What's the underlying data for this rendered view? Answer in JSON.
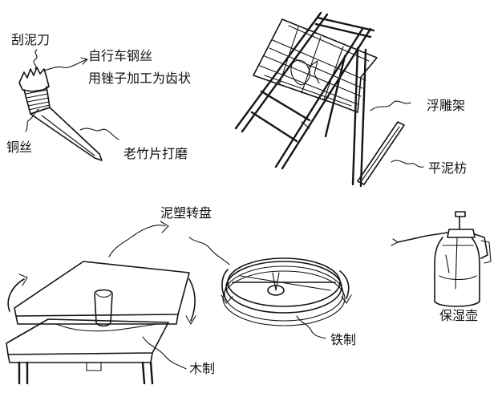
{
  "labels": {
    "scraper_knife": "刮泥刀",
    "bicycle_spoke": "自行车钢丝",
    "file_teeth": "用锉子加工为齿状",
    "copper_wire": "铜丝",
    "bamboo_blade": "老竹片打磨",
    "relief_frame": "浮雕架",
    "flat_board": "平泥枋",
    "turntable": "泥塑转盘",
    "sprayer": "保湿壶",
    "iron_made": "铁制",
    "wood_made": "木制"
  },
  "colors": {
    "ink": "#141414",
    "paper": "#ffffff"
  }
}
